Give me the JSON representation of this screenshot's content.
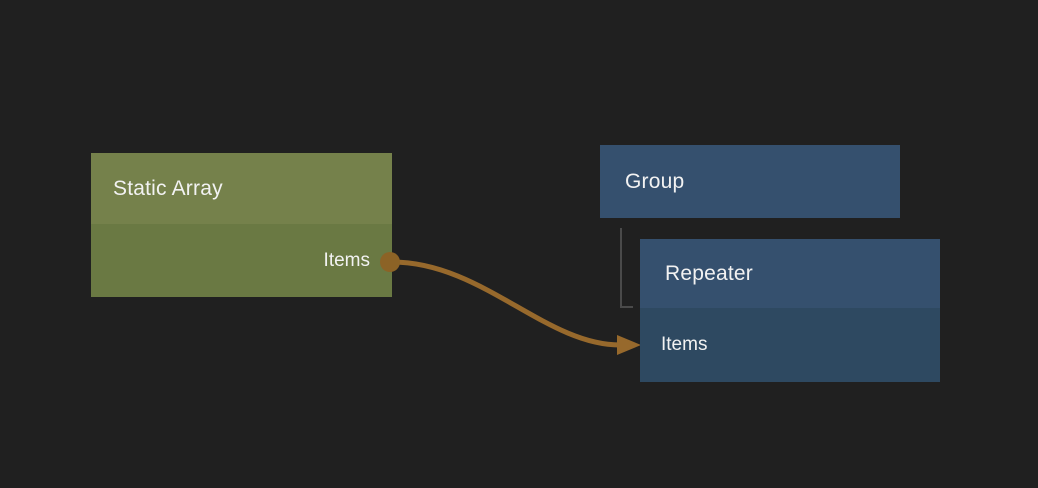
{
  "canvas": {
    "background_color": "#202020",
    "text_color": "#f2f2f2"
  },
  "nodes": [
    {
      "title": "Static Array",
      "header_color": "#75814b",
      "body_color": "#6a7943",
      "output_port": {
        "label": "Items",
        "dot_color": "#8c6326"
      }
    },
    {
      "title": "Group",
      "header_color": "#35506e"
    },
    {
      "title": "Repeater",
      "header_color": "#35506e",
      "body_color": "#2e4961",
      "input_port": {
        "label": "Items"
      }
    }
  ],
  "connection": {
    "from_node": "Static Array",
    "from_port": "Items",
    "to_node": "Repeater",
    "to_port": "Items",
    "color": "#97692c"
  },
  "hierarchy_link": {
    "parent": "Group",
    "child": "Repeater",
    "color": "#4a4a4a"
  }
}
